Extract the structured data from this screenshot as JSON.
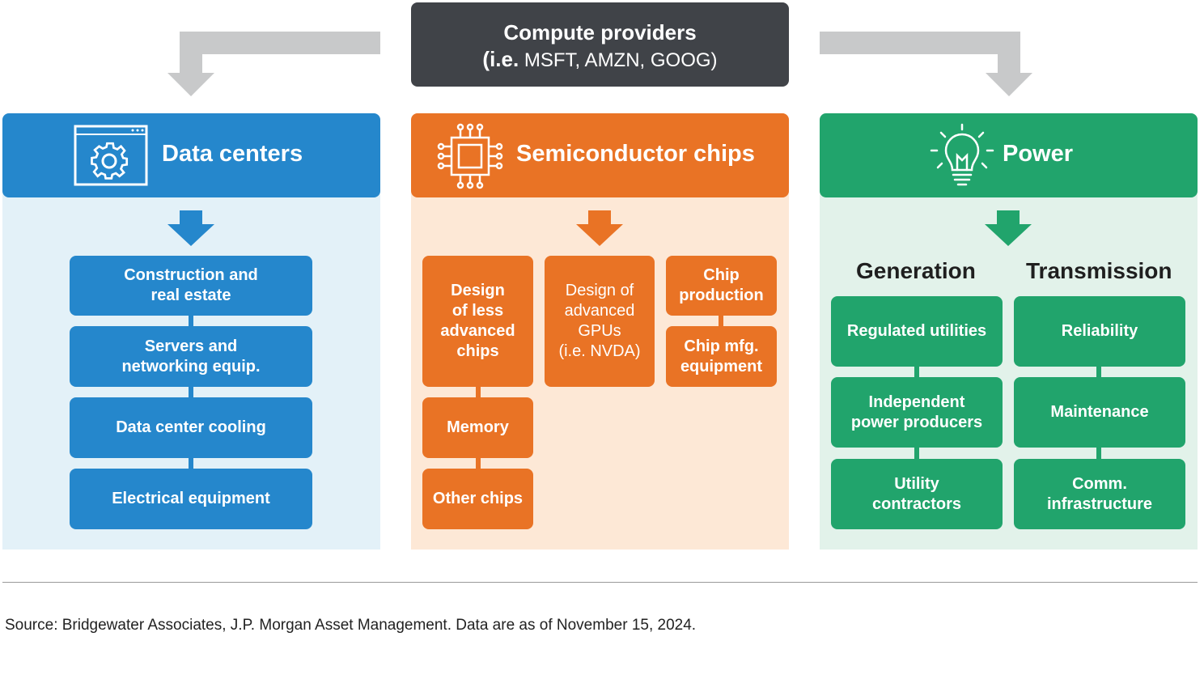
{
  "top": {
    "title": "Compute providers",
    "sub_prefix": "(i.e.",
    "sub_rest": " MSFT, AMZN, GOOG)"
  },
  "colors": {
    "blue": "#2587cc",
    "blue_bg": "#e3f1f8",
    "orange": "#e97325",
    "orange_bg": "#fde8d6",
    "green": "#21a46c",
    "green_bg": "#e2f2ea",
    "dark": "#404348",
    "arrow_gray": "#c8c9ca"
  },
  "data_centers": {
    "title": "Data centers",
    "icon": "settings-window-icon",
    "items": [
      "Construction and\nreal estate",
      "Servers and\nnetworking equip.",
      "Data center cooling",
      "Electrical equipment"
    ]
  },
  "semis": {
    "title": "Semiconductor chips",
    "icon": "chip-icon",
    "less_advanced": "Design\nof less\nadvanced\nchips",
    "memory": "Memory",
    "other": "Other chips",
    "advanced": "Design of\nadvanced\nGPUs\n(i.e. NVDA)",
    "production": "Chip\nproduction",
    "equipment": "Chip mfg.\nequipment"
  },
  "power": {
    "title": "Power",
    "icon": "lightbulb-icon",
    "generation": {
      "title": "Generation",
      "items": [
        "Regulated utilities",
        "Independent\npower producers",
        "Utility\ncontractors"
      ]
    },
    "transmission": {
      "title": "Transmission",
      "items": [
        "Reliability",
        "Maintenance",
        "Comm.\ninfrastructure"
      ]
    }
  },
  "source": "Source: Bridgewater Associates, J.P. Morgan Asset Management. Data are as of November 15, 2024."
}
